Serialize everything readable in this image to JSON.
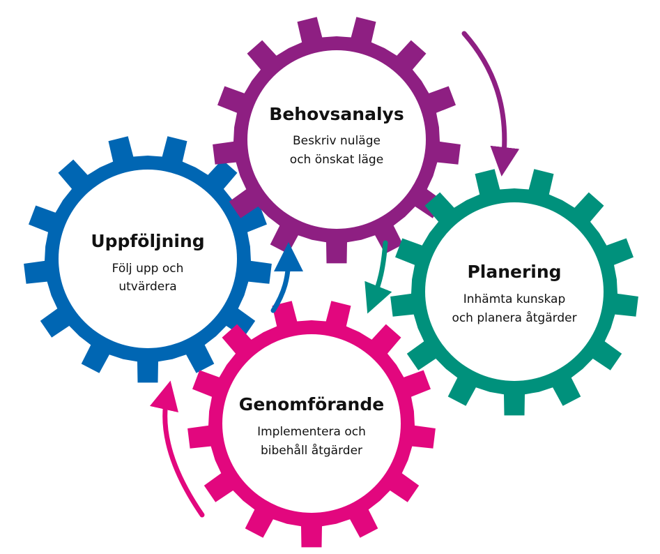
{
  "colors": {
    "behovsanalys": "#8e1f82",
    "planering": "#00917c",
    "genomforande": "#e2077e",
    "uppfoljning": "#0066b3",
    "text": "#111111"
  },
  "icons": {
    "gear": "gear-icon",
    "arrow": "curved-arrow-icon"
  },
  "gears": [
    {
      "id": "behovsanalys",
      "title": "Behovsanalys",
      "description": [
        "Beskriv nuläge",
        "och önskat läge"
      ]
    },
    {
      "id": "planering",
      "title": "Planering",
      "description": [
        "Inhämta kunskap",
        "och planera åtgärder"
      ]
    },
    {
      "id": "genomforande",
      "title": "Genomförande",
      "description": [
        "Implementera och",
        "bibehåll åtgärder"
      ]
    },
    {
      "id": "uppfoljning",
      "title": "Uppföljning",
      "description": [
        "Följ upp och",
        "utvärdera"
      ]
    }
  ]
}
